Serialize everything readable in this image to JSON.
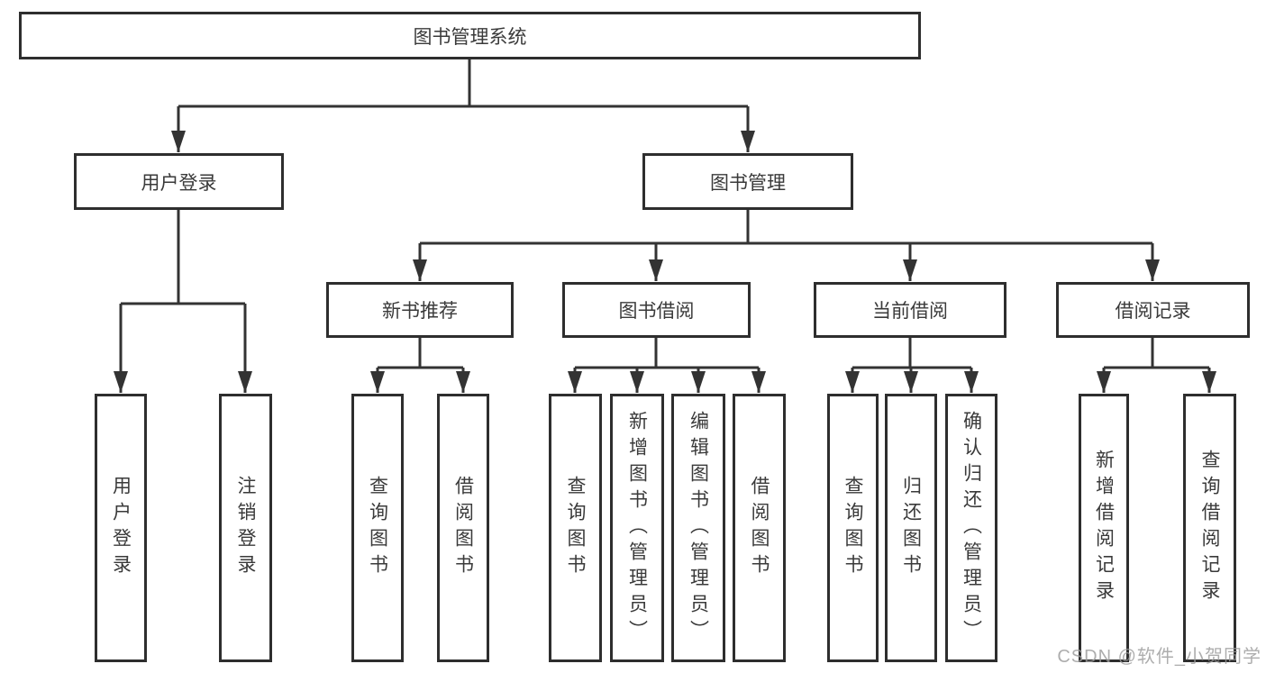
{
  "diagram_type": "hierarchy-tree",
  "tree": {
    "label": "图书管理系统",
    "children": [
      {
        "label": "用户登录",
        "children": [
          {
            "label": "用户登录"
          },
          {
            "label": "注销登录"
          }
        ]
      },
      {
        "label": "图书管理",
        "children": [
          {
            "label": "新书推荐",
            "children": [
              {
                "label": "查询图书"
              },
              {
                "label": "借阅图书"
              }
            ]
          },
          {
            "label": "图书借阅",
            "children": [
              {
                "label": "查询图书"
              },
              {
                "label": "新增图书（管理员）"
              },
              {
                "label": "编辑图书（管理员）"
              },
              {
                "label": "借阅图书"
              }
            ]
          },
          {
            "label": "当前借阅",
            "children": [
              {
                "label": "查询图书"
              },
              {
                "label": "归还图书"
              },
              {
                "label": "确认归还（管理员）"
              }
            ]
          },
          {
            "label": "借阅记录",
            "children": [
              {
                "label": "新增借阅记录"
              },
              {
                "label": "查询借阅记录"
              }
            ]
          }
        ]
      }
    ]
  },
  "watermark": "CSDN @软件_小贺同学",
  "colors": {
    "background": "#ffffff",
    "line": "#333333",
    "box_border": "#2e2e2e",
    "text": "#3a3a3a",
    "watermark": "#9c9c9c"
  }
}
